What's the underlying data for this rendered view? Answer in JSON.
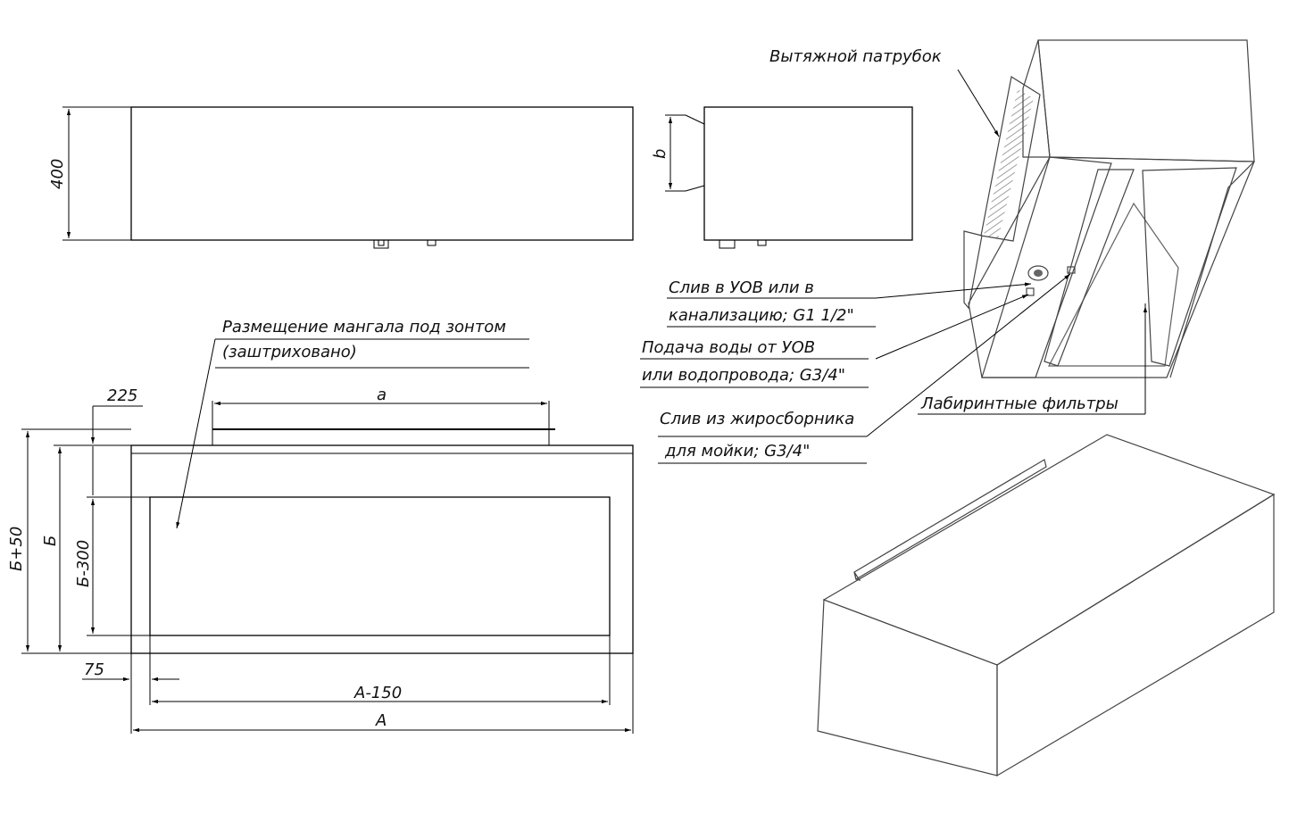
{
  "dimensions": {
    "height_400": "400",
    "b": "b",
    "a": "a",
    "d225": "225",
    "b_plus_50": "Б+50",
    "b_big": "Б",
    "b_minus_300": "Б-300",
    "d75": "75",
    "a_minus_150": "А-150",
    "a_big": "А"
  },
  "callouts": {
    "exhaust_pipe": "Вытяжной патрубок",
    "grill_placement_line1": "Размещение мангала под зонтом",
    "grill_placement_line2": "(заштриховано)",
    "drain_line1": "Слив в УОВ или в",
    "drain_line2": "канализацию;  G1 1/2\"",
    "water_supply_line1": "Подача воды от УОВ",
    "water_supply_line2": "или водопровода; G3/4\"",
    "grease_drain_line1": "Слив из жиросборника",
    "grease_drain_line2": "для мойки; G3/4\"",
    "labyrinth_filters": "Лабиринтные фильтры"
  },
  "colors": {
    "line": "#000000",
    "metal_light": "#e9ecf3",
    "metal_mid": "#b8bec8",
    "metal_dark": "#6f747c"
  }
}
